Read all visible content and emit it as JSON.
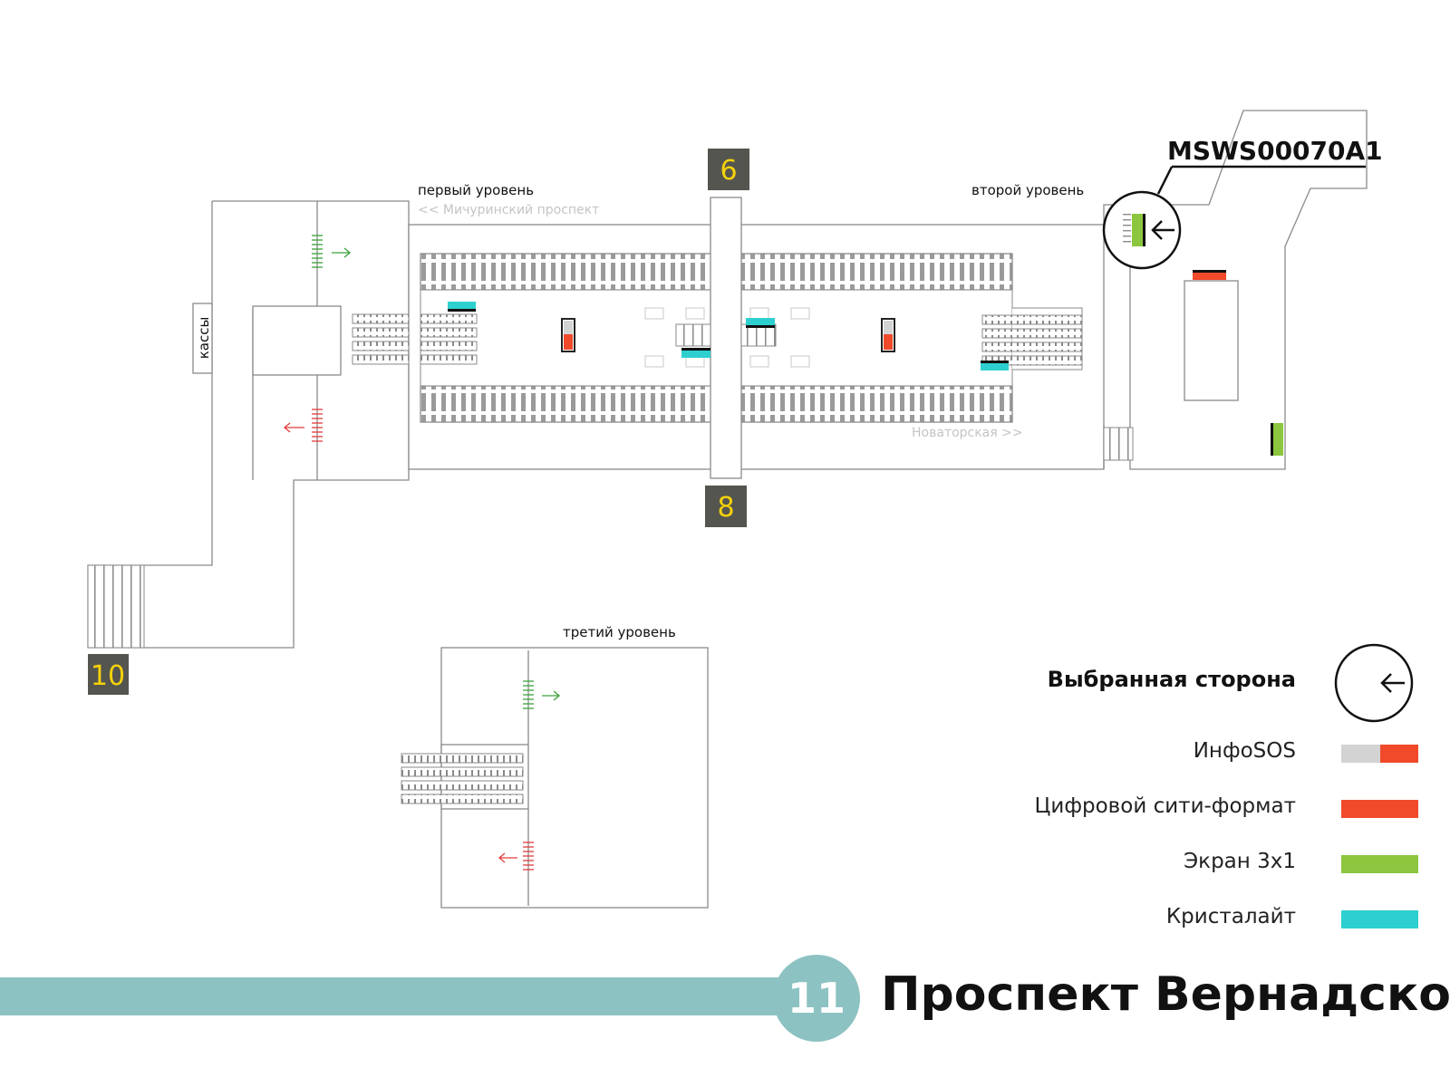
{
  "station": {
    "line_number": "11",
    "name": "Проспект Вернадского",
    "line_color": "#8dc2c2"
  },
  "levels": {
    "first": "первый уровень",
    "second": "второй уровень",
    "third": "третий уровень"
  },
  "directions": {
    "left": "<< Мичуринский проспект",
    "right": "Новаторская >>"
  },
  "ticket_office": "кассы",
  "exits": [
    {
      "number": "6"
    },
    {
      "number": "8"
    },
    {
      "number": "10"
    }
  ],
  "selected_location_code": "MSWS00070A1",
  "legend": {
    "title": "Выбранная сторона",
    "items": [
      {
        "label": "ИнфоSOS",
        "colors": [
          "#d3d3d3",
          "#f04a2a"
        ]
      },
      {
        "label": "Цифровой сити-формат",
        "colors": [
          "#f04a2a"
        ]
      },
      {
        "label": "Экран 3х1",
        "colors": [
          "#8cc63e"
        ]
      },
      {
        "label": "Кристалайт",
        "colors": [
          "#2ecfcf"
        ]
      }
    ]
  },
  "colors": {
    "exit_box": "#555550",
    "exit_number": "#f5d20a",
    "infosos_gray": "#d3d3d3",
    "city_format_red": "#f04a2a",
    "screen_green": "#8cc63e",
    "crystalight_cyan": "#2ecfcf",
    "flow_in_green": "#3aa13a",
    "flow_out_red": "#e23b3b"
  }
}
